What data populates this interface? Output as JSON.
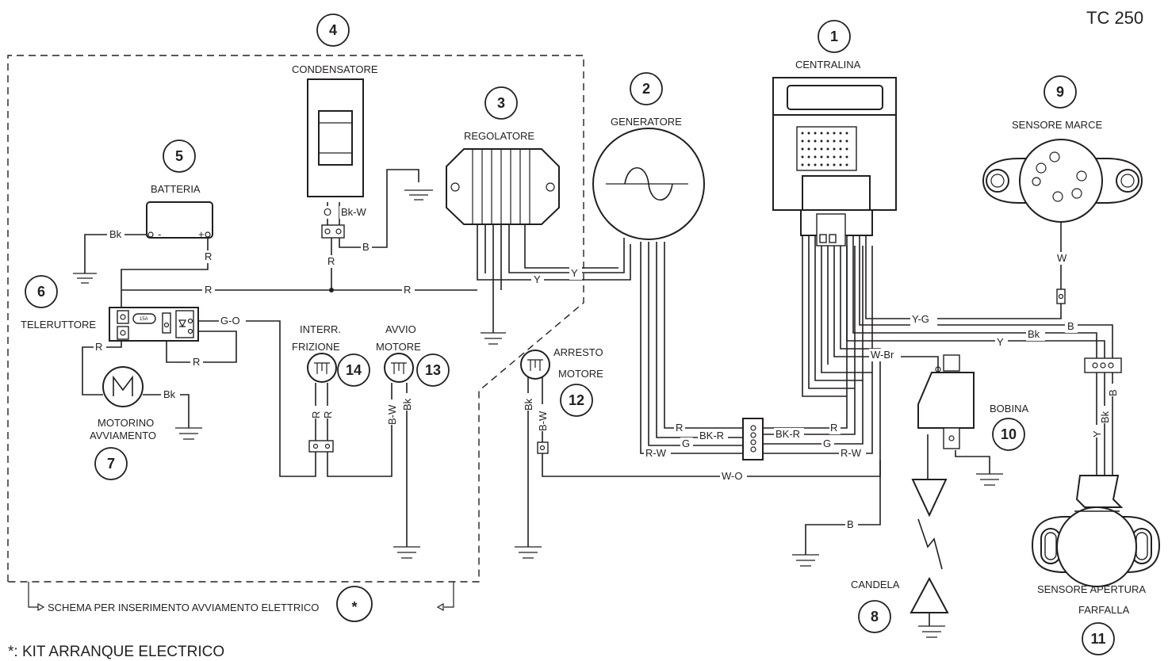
{
  "title": "TC 250",
  "footnote": "*: KIT ARRANQUE ELECTRICO",
  "legend_note": "SCHEMA PER INSERIMENTO AVVIAMENTO ELETTRICO",
  "asterisk": "*",
  "fuse_label": "15A",
  "components": [
    {
      "num": "1",
      "label": "CENTRALINA"
    },
    {
      "num": "2",
      "label": "GENERATORE"
    },
    {
      "num": "3",
      "label": "REGOLATORE"
    },
    {
      "num": "4",
      "label": "CONDENSATORE"
    },
    {
      "num": "5",
      "label": "BATTERIA"
    },
    {
      "num": "6",
      "label": "TELERUTTORE"
    },
    {
      "num": "7",
      "label_line1": "MOTORINO",
      "label_line2": "AVVIAMENTO"
    },
    {
      "num": "8",
      "label": "CANDELA"
    },
    {
      "num": "9",
      "label": "SENSORE MARCE"
    },
    {
      "num": "10",
      "label": "BOBINA"
    },
    {
      "num": "11",
      "label_line1": "SENSORE APERTURA",
      "label_line2": "FARFALLA"
    },
    {
      "num": "12",
      "label_line1": "ARRESTO",
      "label_line2": "MOTORE"
    },
    {
      "num": "13",
      "label_line1": "AVVIO",
      "label_line2": "MOTORE"
    },
    {
      "num": "14",
      "label_line1": "INTERR.",
      "label_line2": "FRIZIONE"
    }
  ],
  "battery_terminals": {
    "minus": "-",
    "plus": "+"
  },
  "wires": {
    "bk": "Bk",
    "r": "R",
    "o": "O",
    "bk_w": "Bk-W",
    "b": "B",
    "y": "Y",
    "g_o": "G-O",
    "b_w": "B-W",
    "w": "W",
    "y_g": "Y-G",
    "w_br": "W-Br",
    "bk_r": "BK-R",
    "g": "G",
    "r_w": "R-W",
    "w_o": "W-O",
    "b_bk": "Bk"
  }
}
